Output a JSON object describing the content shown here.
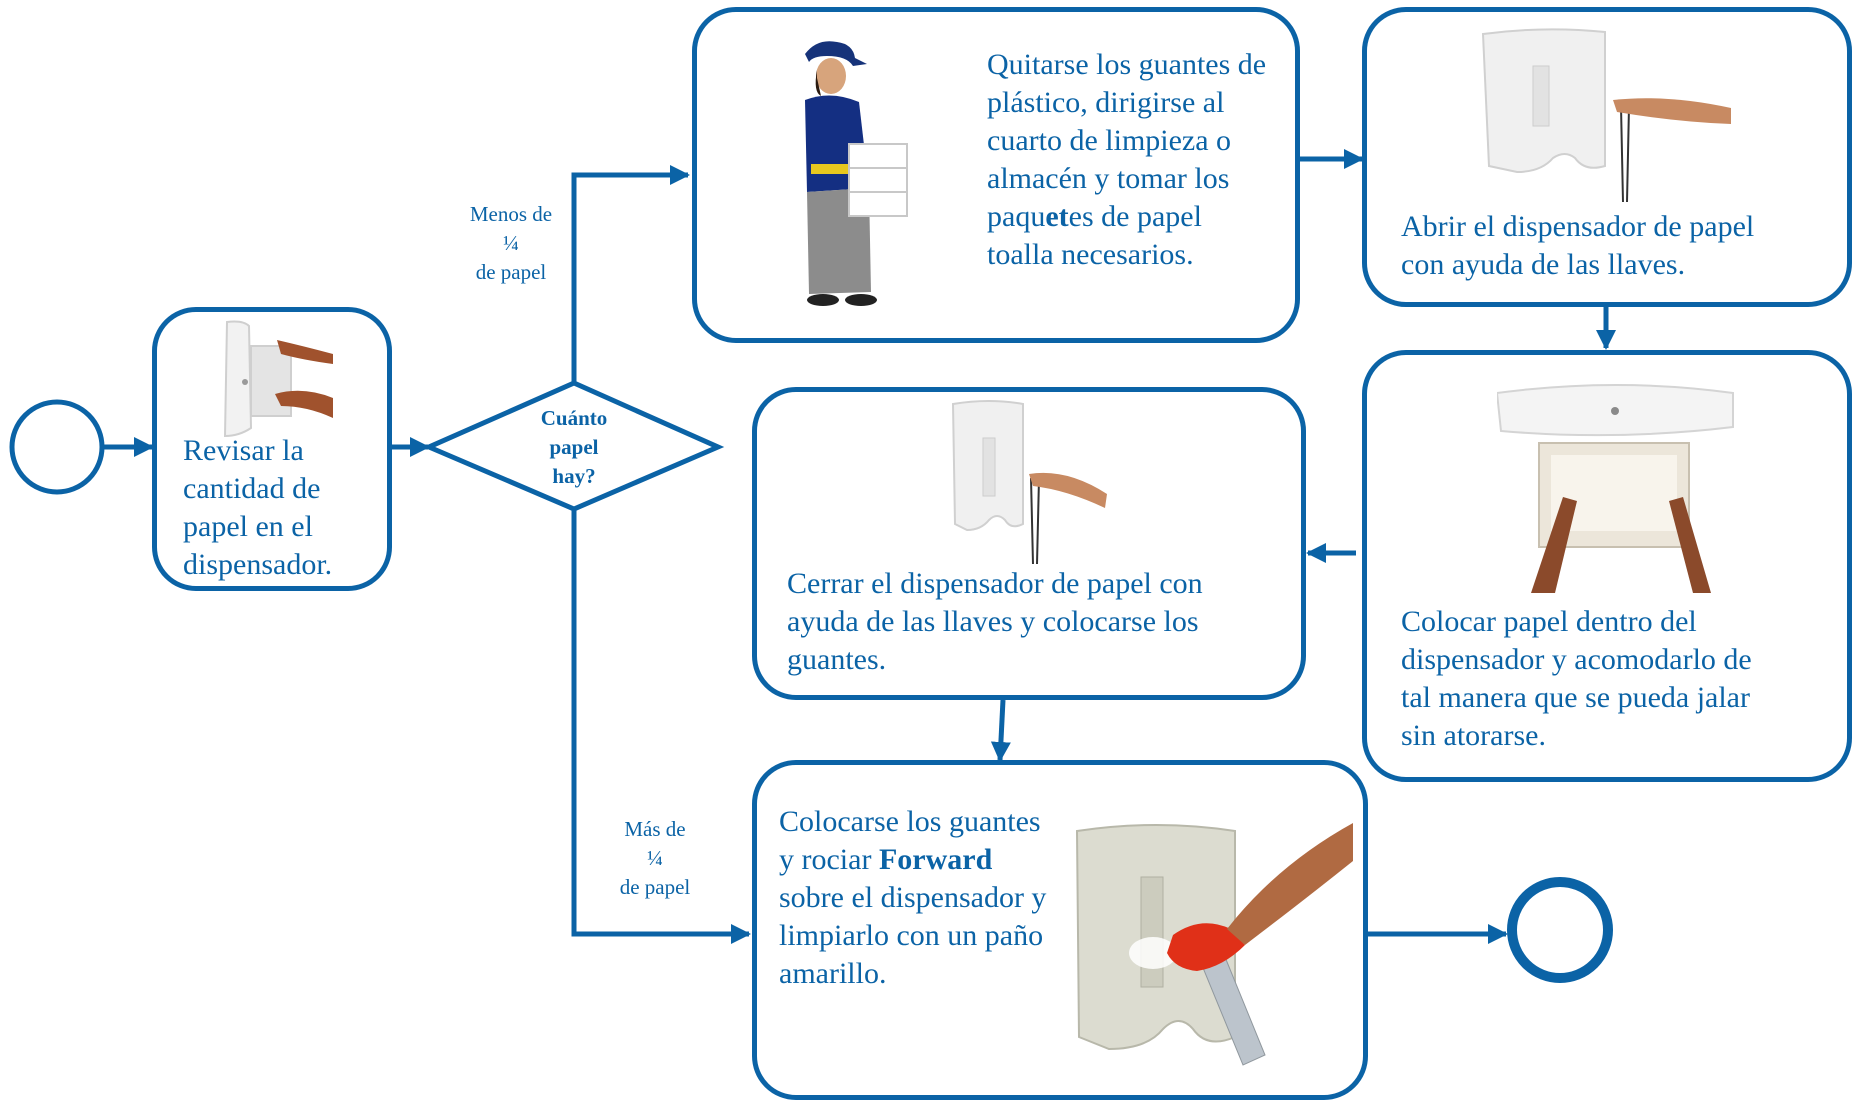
{
  "colors": {
    "primary": "#0b63a6"
  },
  "decision": {
    "text": [
      "Cuánto",
      "papel",
      "hay?"
    ]
  },
  "labels": {
    "less": [
      "Menos de",
      "¼",
      "de papel"
    ],
    "more": [
      "Más de",
      "¼",
      "de papel"
    ]
  },
  "steps": {
    "review": {
      "lines": [
        "Revisar la",
        "cantidad de",
        "papel en el",
        "dispensador."
      ]
    },
    "fetch": {
      "line1": "Quitarse los guantes de",
      "line2": "plástico, dirigirse al",
      "line3": "cuarto de limpieza o",
      "line4": "almacén y tomar los",
      "line5_a": "paqu",
      "line5_b": "et",
      "line5_c": "es de papel",
      "line6": "toalla necesarios."
    },
    "open": {
      "lines": [
        "Abrir el dispensador  de papel",
        "con ayuda de las llaves."
      ]
    },
    "place": {
      "lines": [
        "Colocar papel dentro del",
        "dispensador y acomodarlo de",
        "tal manera que se pueda jalar",
        "sin atorarse."
      ]
    },
    "close": {
      "lines": [
        "Cerrar el dispensador  de papel con",
        "ayuda de las llaves y colocarse los",
        "guantes."
      ]
    },
    "clean": {
      "line1": "Colocarse los guantes",
      "line2_a": "y rociar ",
      "line2_b": "Forward",
      "line3": "sobre el dispensador y",
      "line4": "limpiarlo con un paño",
      "line5": "amarillo."
    }
  }
}
